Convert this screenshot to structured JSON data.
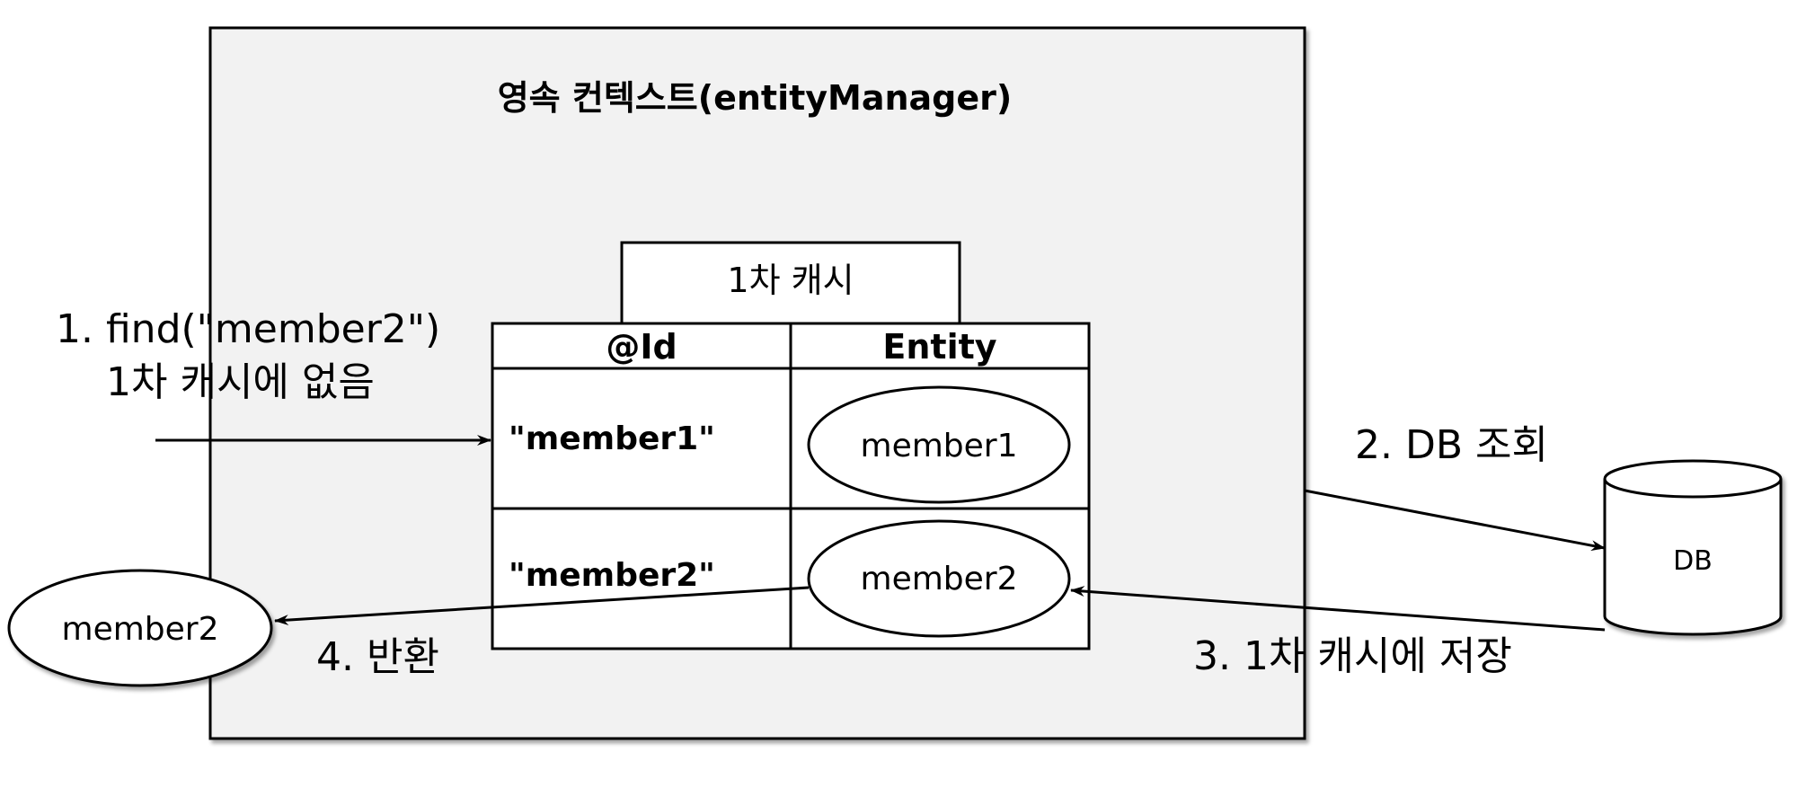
{
  "context": {
    "title": "영속 컨텍스트(entityManager)"
  },
  "cache": {
    "label": "1차 캐시",
    "columns": [
      "@Id",
      "Entity"
    ],
    "rows": [
      {
        "id": "\"member1\"",
        "entity": "member1"
      },
      {
        "id": "\"member2\"",
        "entity": "member2"
      }
    ]
  },
  "steps": {
    "find_line1": "1. find(\"member2\")",
    "find_line2": "1차 캐시에 없음",
    "db_query": "2. DB 조회",
    "store": "3. 1차 캐시에 저장",
    "return": "4. 반환"
  },
  "db": {
    "label": "DB"
  },
  "result": {
    "label": "member2"
  },
  "colors": {
    "context_fill": "#f2f2f2",
    "stroke": "#000000",
    "background": "#ffffff"
  }
}
